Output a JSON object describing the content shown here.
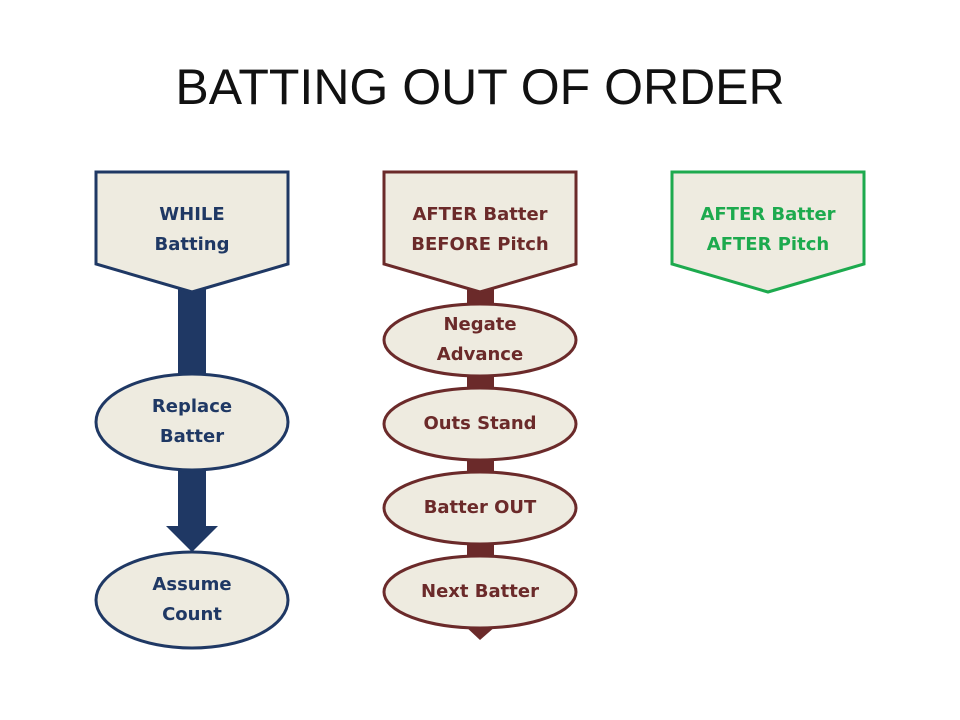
{
  "title": "BATTING OUT OF ORDER",
  "colors": {
    "navy": "#1F3864",
    "maroon": "#6B2A2A",
    "green": "#1DAA4E",
    "fill": "#EEEBE0"
  },
  "columns": [
    {
      "header": [
        "WHILE",
        "Batting"
      ],
      "steps": [
        [
          "Replace",
          "Batter"
        ],
        [
          "Assume",
          "Count"
        ]
      ]
    },
    {
      "header": [
        "AFTER Batter",
        "BEFORE Pitch"
      ],
      "steps": [
        [
          "Negate",
          "Advance"
        ],
        [
          "Outs Stand"
        ],
        [
          "Batter OUT"
        ],
        [
          "Next Batter"
        ]
      ]
    },
    {
      "header": [
        "AFTER Batter",
        "AFTER Pitch"
      ],
      "steps": []
    }
  ]
}
